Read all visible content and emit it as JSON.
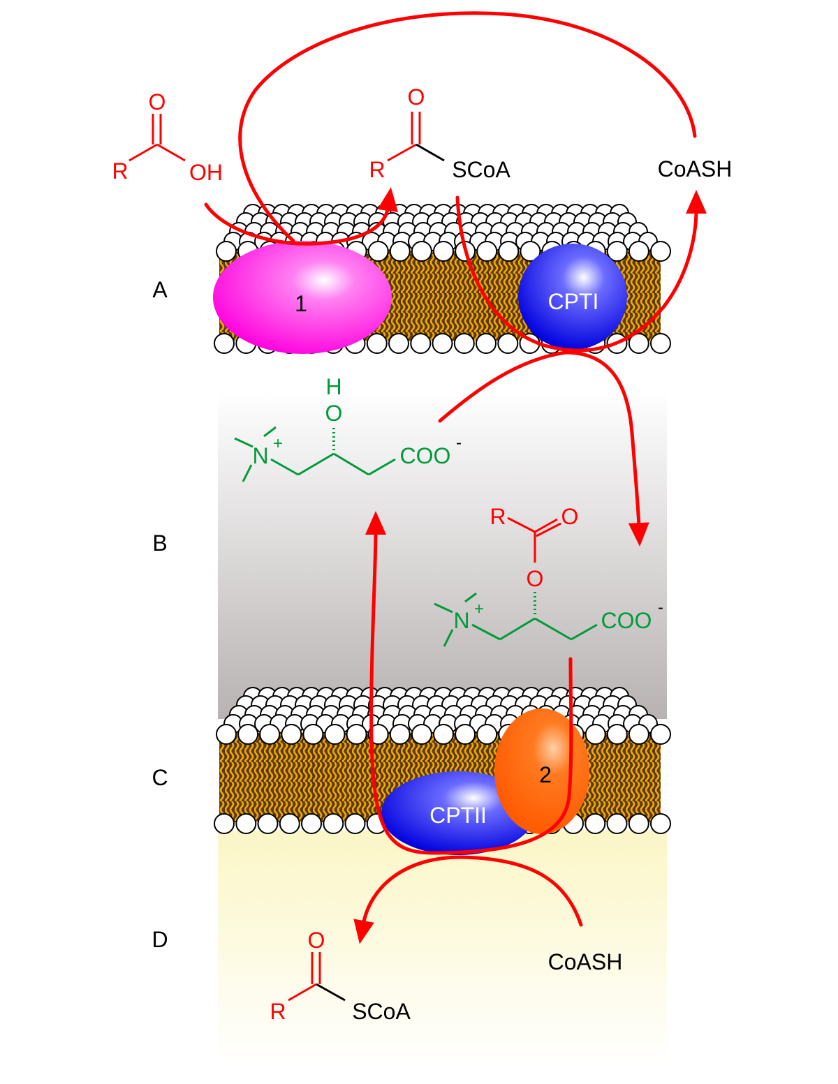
{
  "region_labels": {
    "a": "A",
    "b": "B",
    "c": "C",
    "d": "D"
  },
  "enzymes": {
    "e1": "1",
    "cpt1": "CPTI",
    "e2": "2",
    "cpt2": "CPTII"
  },
  "fatty_acid": {
    "r": "R",
    "o": "O",
    "oh": "OH"
  },
  "acyl_coa_top": {
    "r": "R",
    "o": "O",
    "scoa": "SCoA"
  },
  "coash_top": "CoASH",
  "carnitine": {
    "n": "N",
    "plus": "+",
    "h": "H",
    "o": "O",
    "coo": "COO",
    "charge": "-"
  },
  "acylcarnitine": {
    "r": "R",
    "o_carbonyl": "O",
    "o_ester": "O",
    "n": "N",
    "plus": "+",
    "coo": "COO",
    "charge": "-"
  },
  "acyl_coa_bottom": {
    "r": "R",
    "o": "O",
    "scoa": "SCoA"
  },
  "coash_bottom": "CoASH",
  "colors": {
    "arrow": "#ff0000",
    "carnitine": "#009a3a",
    "acyl": "#ff0000",
    "enzyme1": "#ff20e0",
    "cpt": "#1a1aff",
    "enzyme2": "#ff6a00",
    "intermembrane_space": "#b8b4b4",
    "matrix": "#fdf9d0",
    "lipid_tail": "#f2a800"
  }
}
